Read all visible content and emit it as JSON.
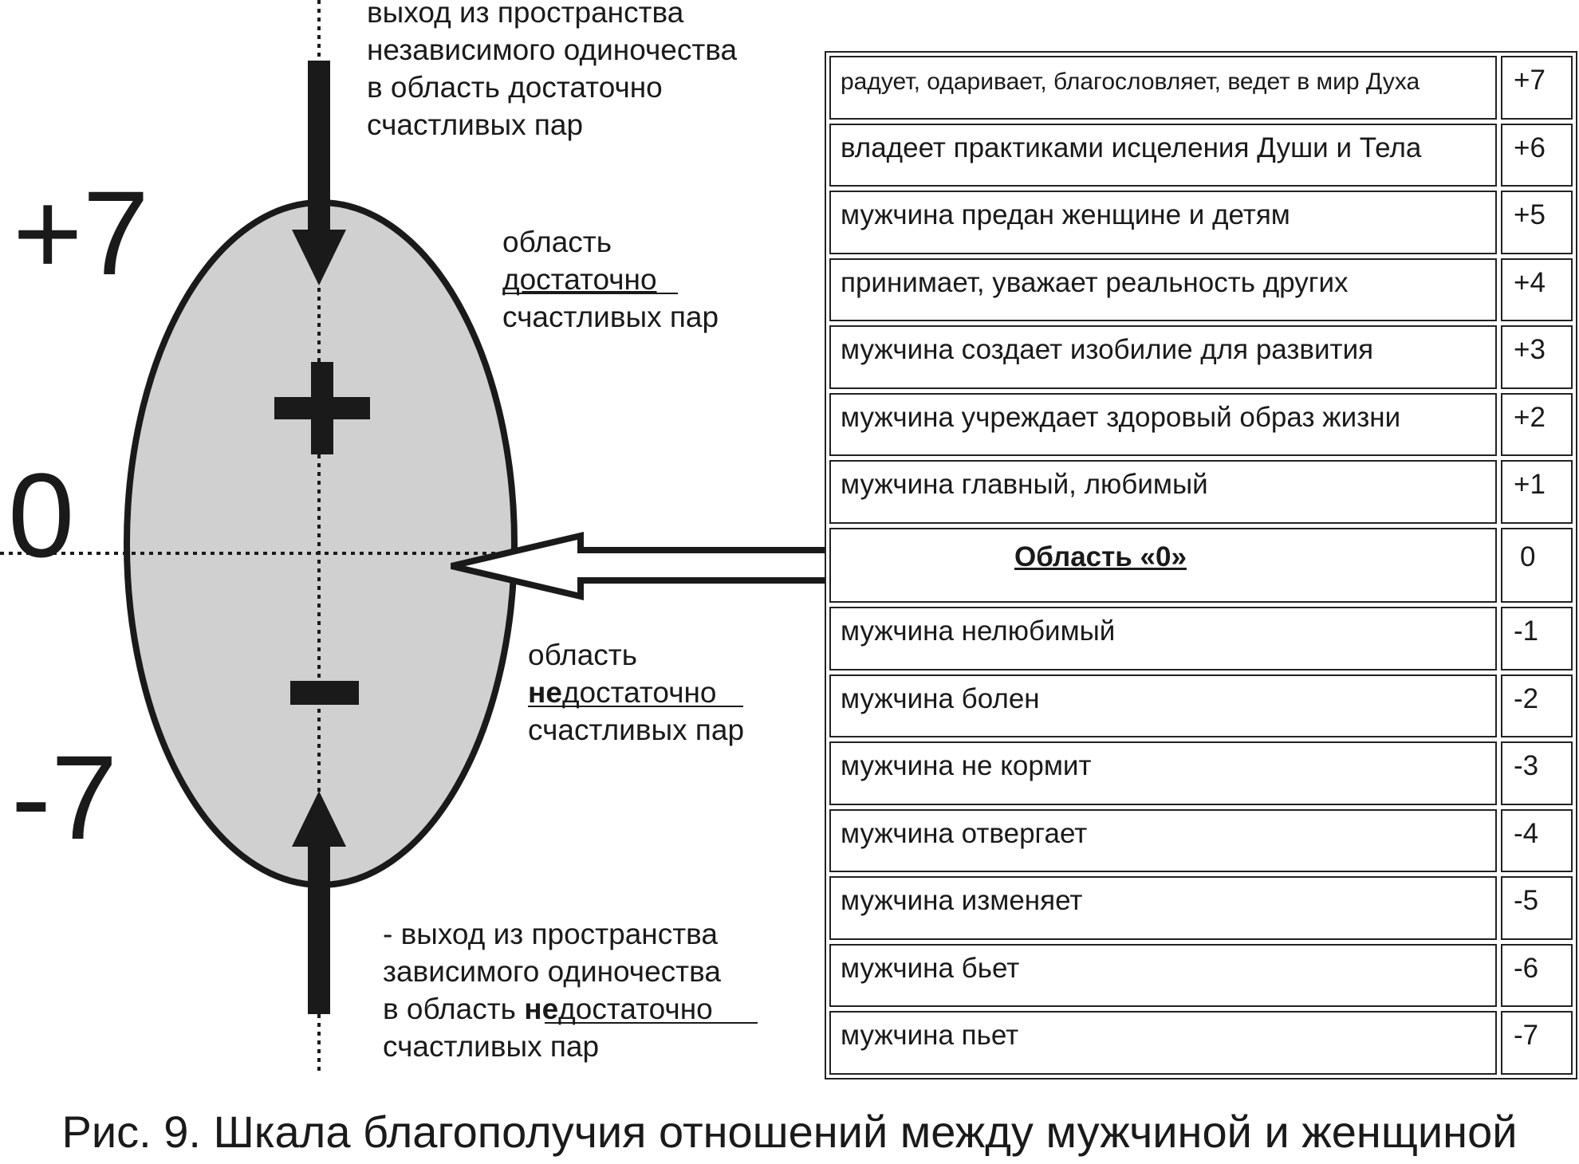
{
  "scale": {
    "top_label": "+7",
    "zero_label": "0",
    "bottom_label": "-7"
  },
  "annotations": {
    "top_exit": [
      "выход из пространства",
      "независимого одиночества",
      "в область достаточно",
      "счастливых пар"
    ],
    "upper_area": {
      "line1": "область",
      "line2": "достаточно",
      "line3": "счастливых пар"
    },
    "lower_area": {
      "line1": "область",
      "line2_bold": "не",
      "line2_rest": "достаточно",
      "line3": "счастливых пар"
    },
    "bottom_exit": {
      "line1": "- выход из пространства",
      "line2": "зависимого одиночества",
      "line3_prefix": "в область ",
      "line3_bold": "не",
      "line3_rest": "достаточно",
      "line4": "счастливых пар"
    }
  },
  "table": {
    "rows": [
      {
        "desc": "радует, одаривает, благословляет, ведет в мир Духа",
        "value": "+7"
      },
      {
        "desc": "владеет практиками исцеления Души и Тела",
        "value": "+6"
      },
      {
        "desc": "мужчина предан женщине и детям",
        "value": "+5"
      },
      {
        "desc": "принимает, уважает реальность других",
        "value": "+4"
      },
      {
        "desc": "мужчина создает изобилие  для развития",
        "value": "+3"
      },
      {
        "desc": "мужчина учреждает здоровый образ жизни",
        "value": "+2"
      },
      {
        "desc": "мужчина главный, любимый",
        "value": "+1"
      },
      {
        "desc": "Область «0»",
        "value": "0"
      },
      {
        "desc": "мужчина нелюбимый",
        "value": "-1"
      },
      {
        "desc": "мужчина болен",
        "value": "-2"
      },
      {
        "desc": "мужчина не кормит",
        "value": "-3"
      },
      {
        "desc": "мужчина отвергает",
        "value": "-4"
      },
      {
        "desc": "мужчина изменяет",
        "value": "-5"
      },
      {
        "desc": "мужчина бьет",
        "value": "-6"
      },
      {
        "desc": "мужчина пьет",
        "value": "-7"
      }
    ]
  },
  "caption": "Рис. 9. Шкала благополучия отношений между мужчиной и женщиной",
  "colors": {
    "ellipse_fill": "#d0d0d0",
    "stroke": "#1a1a1a",
    "background": "#ffffff"
  }
}
